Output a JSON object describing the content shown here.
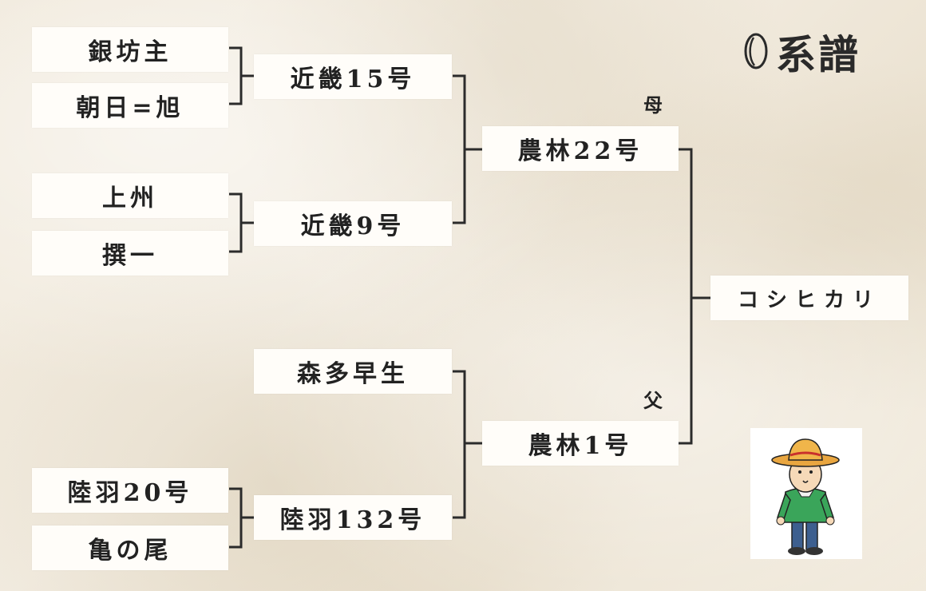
{
  "title": {
    "icon": "rice-grain-icon",
    "text": "系譜"
  },
  "labels": {
    "mother": "母",
    "father": "父"
  },
  "nodes": {
    "ginbozu": "銀坊主",
    "asahi": "朝日=旭",
    "joshu": "上州",
    "senichi": "撰一",
    "kinki15": "近畿15号",
    "kinki9": "近畿9号",
    "norin22": "農林22号",
    "moriwase": "森多早生",
    "rikuu20": "陸羽20号",
    "kamenoo": "亀の尾",
    "rikuu132": "陸羽132号",
    "norin1": "農林1号",
    "koshihikari": "コシヒカリ"
  },
  "colors": {
    "line": "#2b2b2b",
    "box": "#fffdf9",
    "text": "#222222"
  }
}
